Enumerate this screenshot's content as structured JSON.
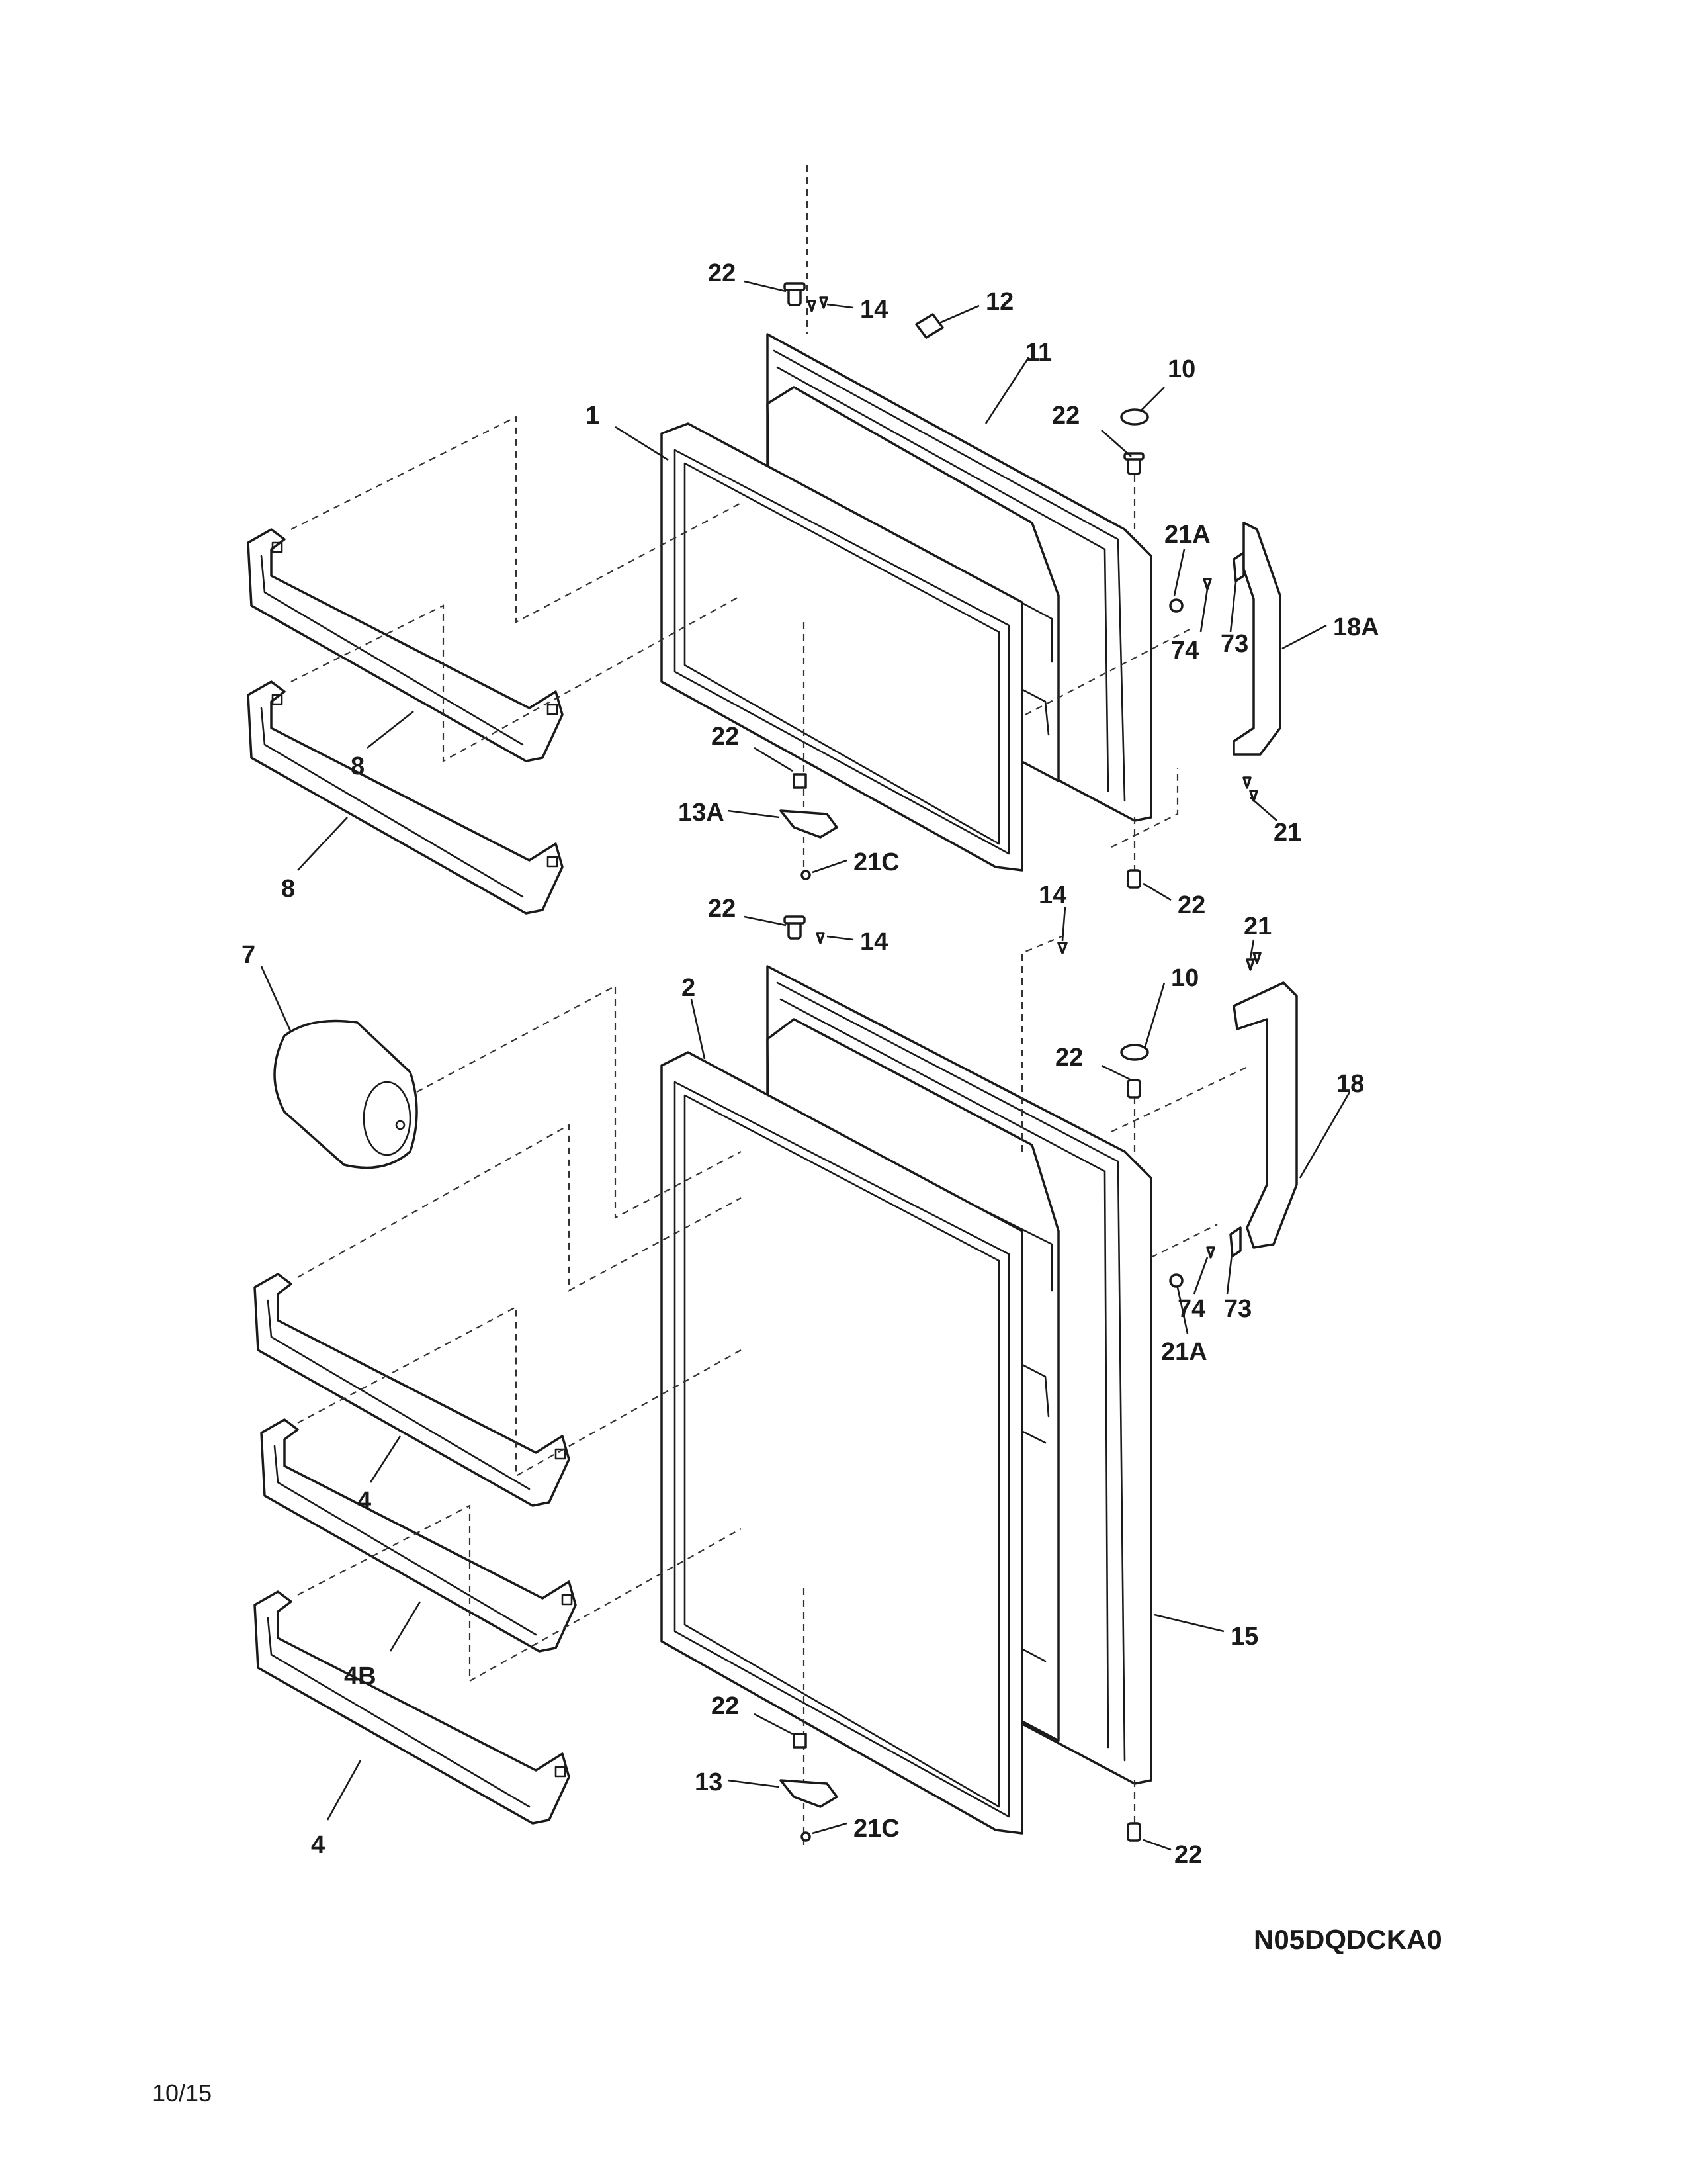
{
  "diagram": {
    "labels": {
      "l22a": "22",
      "l14a": "14",
      "l12": "12",
      "l11": "11",
      "l10a": "10",
      "l22b": "22",
      "l1": "1",
      "l21a1": "21A",
      "l74a": "74",
      "l73a": "73",
      "l18a": "18A",
      "l8a": "8",
      "l8b": "8",
      "l22c": "22",
      "l13a": "13A",
      "l21c1": "21C",
      "l21a": "21",
      "l22d": "22",
      "l22e": "22",
      "l14b": "14",
      "l14c": "14",
      "l21b": "21",
      "l7": "7",
      "l2": "2",
      "l10b": "10",
      "l22f": "22",
      "l18": "18",
      "l74b": "74",
      "l73b": "73",
      "l21a2": "21A",
      "l4a": "4",
      "l4b": "4B",
      "l15": "15",
      "l22g": "22",
      "l13": "13",
      "l21c2": "21C",
      "l4c": "4",
      "l22h": "22"
    },
    "code": "N05DQDCKA0"
  },
  "footer": {
    "page": "10/15"
  }
}
